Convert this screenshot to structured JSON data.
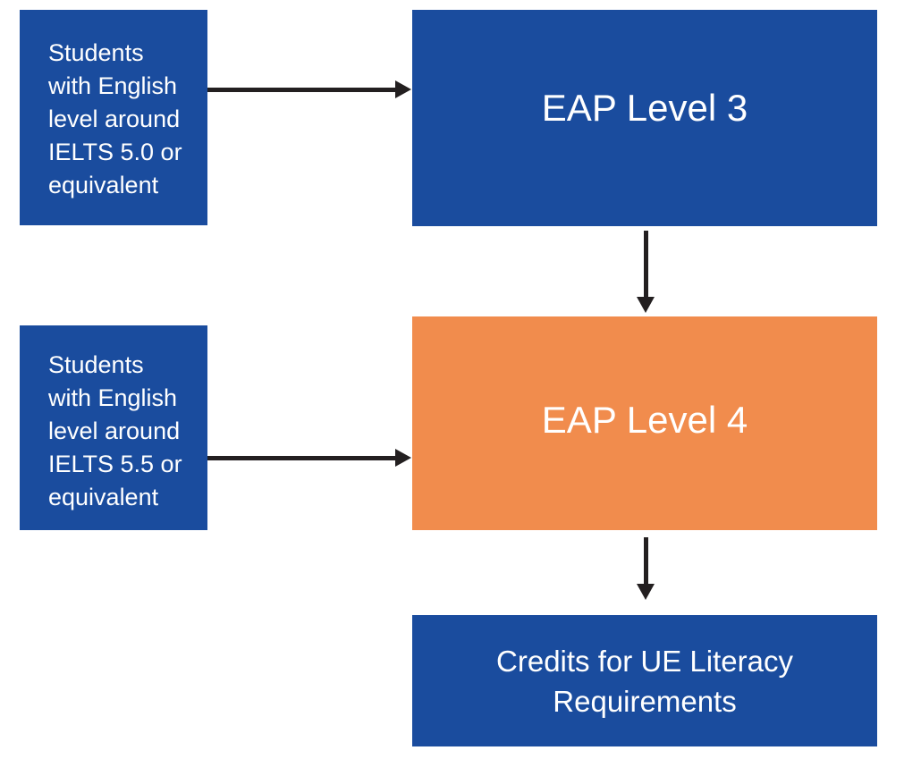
{
  "colors": {
    "blue": "#1A4C9E",
    "orange": "#F18C4D",
    "arrow": "#231F20",
    "text": "#FFFFFF",
    "background": "#FFFFFF"
  },
  "diagram": {
    "type": "flowchart",
    "nodes": {
      "ielts50": {
        "text": "Students with English level around IELTS 5.0 or equivalent",
        "lines": [
          "Students",
          "with English",
          "level around",
          "IELTS 5.0 or",
          "equivalent"
        ],
        "color": "blue"
      },
      "eap3": {
        "label": "EAP Level 3",
        "color": "blue"
      },
      "ielts55": {
        "text": "Students with English level around IELTS 5.5 or equivalent",
        "lines": [
          "Students",
          "with English",
          "level around",
          "IELTS 5.5 or",
          "equivalent"
        ],
        "color": "blue"
      },
      "eap4": {
        "label": "EAP Level 4",
        "color": "orange"
      },
      "credits": {
        "text": "Credits for UE Literacy Requirements",
        "lines": [
          "Credits for UE Literacy",
          "Requirements"
        ],
        "color": "blue"
      }
    },
    "edges": [
      {
        "from": "ielts50",
        "to": "eap3",
        "direction": "right"
      },
      {
        "from": "ielts55",
        "to": "eap4",
        "direction": "right"
      },
      {
        "from": "eap3",
        "to": "eap4",
        "direction": "down"
      },
      {
        "from": "eap4",
        "to": "credits",
        "direction": "down"
      }
    ]
  }
}
